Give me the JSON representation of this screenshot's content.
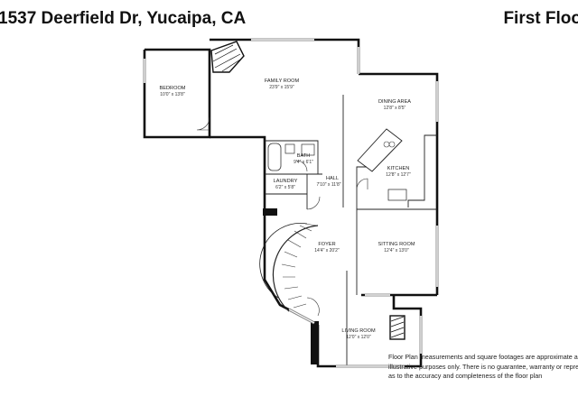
{
  "header": {
    "address": "1537 Deerfield Dr, Yucaipa, CA",
    "floor": "First Floo"
  },
  "rooms": [
    {
      "name": "BEDROOM",
      "dims": "10'0\" x 13'8\""
    },
    {
      "name": "FAMILY ROOM",
      "dims": "23'9\" x 15'9\""
    },
    {
      "name": "DINING AREA",
      "dims": "12'8\" x 8'5\""
    },
    {
      "name": "BATH",
      "dims": "9'4\" x 6'1\""
    },
    {
      "name": "KITCHEN",
      "dims": "12'8\" x 12'7\""
    },
    {
      "name": "HALL",
      "dims": "7'10\" x 11'8\""
    },
    {
      "name": "LAUNDRY",
      "dims": "6'2\" x 5'8\""
    },
    {
      "name": "FOYER",
      "dims": "14'4\" x 20'2\""
    },
    {
      "name": "SITTING ROOM",
      "dims": "12'4\" x 13'0\""
    },
    {
      "name": "LIVING ROOM",
      "dims": "12'0\" x 12'0\""
    }
  ],
  "disclaimer": {
    "line1": "Floor Plan measurements and square footages are approximate and are",
    "line2": "illustrative purposes only. There is no guarantee, warranty or representat",
    "line3": "as to the accuracy and completeness of the floor plan"
  }
}
